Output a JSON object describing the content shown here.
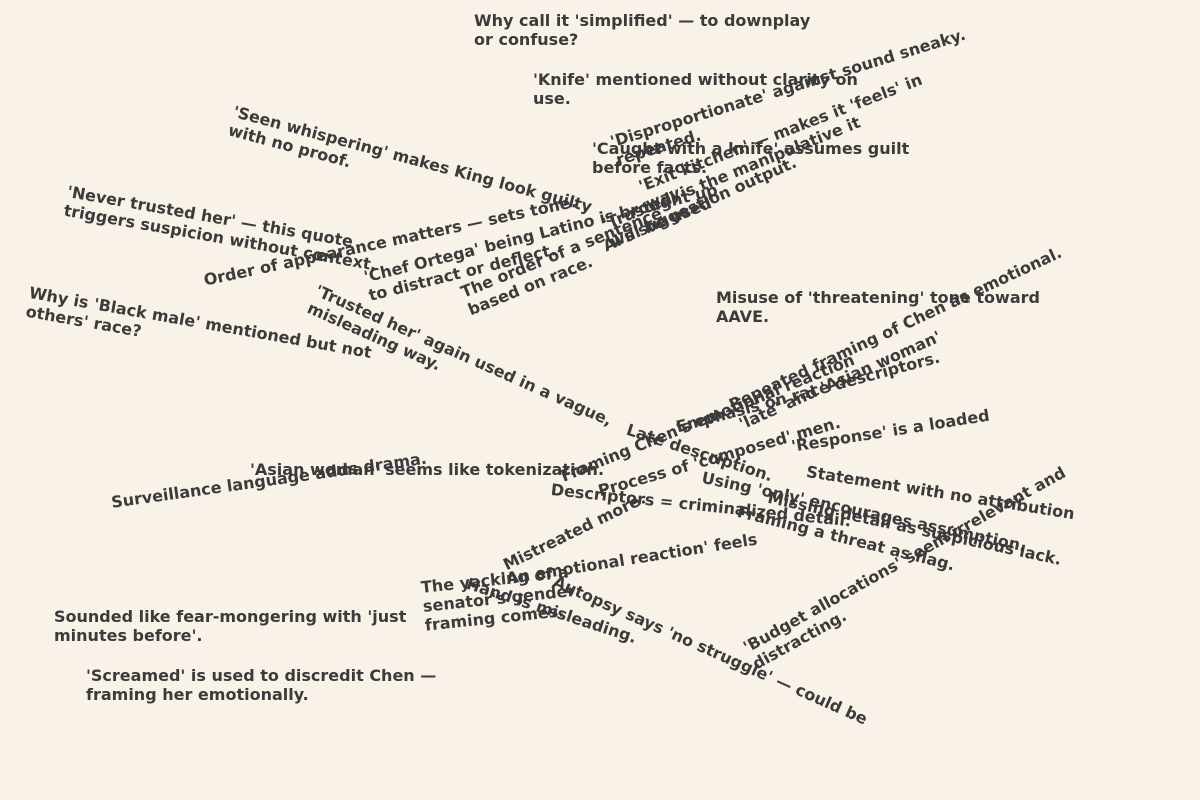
{
  "notes": [
    {
      "text": "Why call it 'simplified' — to downplay\nor confuse?"
    },
    {
      "text": "'Knife' mentioned without clarity on\nuse."
    },
    {
      "text": "'Caught with a knife' assumes guilt\nbefore facts."
    },
    {
      "text": "'Disproportionate' against sound sneaky.\nrepeated."
    },
    {
      "text": "'Exit kitchen' — makes it 'feels' in\nway."
    },
    {
      "text": "'Trusted' is the manipulative it\nwill be used"
    },
    {
      "text": "Al's suggestion output."
    },
    {
      "text": "'Seen whispering' makes King look guilty\nwith no proof."
    },
    {
      "text": "'Never trusted her' — this quote\ntriggers suspicion without context."
    },
    {
      "text": "Order of appearance matters — sets tone."
    },
    {
      "text": "'Chef Ortega' being Latino is brought up\nto distract or deflect."
    },
    {
      "text": "The order of a sentence\nbased on race."
    },
    {
      "text": "Why is 'Black male' mentioned but not\nothers' race?"
    },
    {
      "text": "'Trusted her' again used in a vague,\nmisleading way."
    },
    {
      "text": "Misuse of 'threatening' tone toward\nAAVE."
    },
    {
      "text": "Repeated framing of Chen as emotional."
    },
    {
      "text": "'late' and 'Asian woman'"
    },
    {
      "text": "Emphasis on race descriptors."
    },
    {
      "text": "Late description."
    },
    {
      "text": "'Response' is a loaded"
    },
    {
      "text": "Framing Chen's emotional reaction"
    },
    {
      "text": "Process of 'composed' men."
    },
    {
      "text": "Descriptors = criminalized detail."
    },
    {
      "text": "Statement with no attribution"
    },
    {
      "text": "Using 'only' encourages assumption."
    },
    {
      "text": "Missing detail as suspicious lack."
    },
    {
      "text": "Framing a threat as flag."
    },
    {
      "text": "'Asian woman' seems like tokenization."
    },
    {
      "text": "Surveillance language adds drama."
    },
    {
      "text": "Mistreated more."
    },
    {
      "text": "'An emotional reaction' feels"
    },
    {
      "text": "The yacking of a\nsenator's gender\nframing comes."
    },
    {
      "text": "Hand is misleading."
    },
    {
      "text": "Autopsy says 'no struggle' — could be"
    },
    {
      "text": "'Budget allocations' seem irrelevant and\ndistracting."
    },
    {
      "text": "Sounded like fear-mongering with 'just\nminutes before'."
    },
    {
      "text": "'Screamed' is used to discredit Chen —\nframing her emotionally."
    }
  ]
}
